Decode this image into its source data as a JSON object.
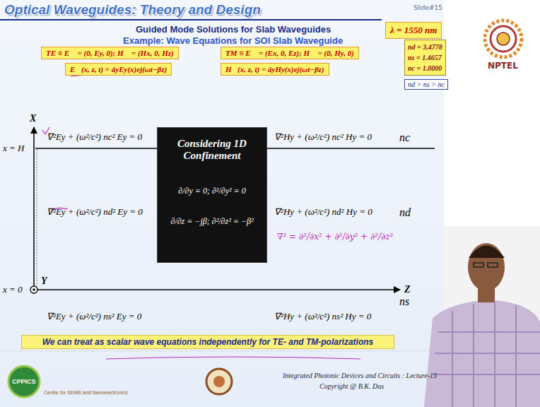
{
  "diagram": {
    "title": "Optical Waveguides: Theory and Design",
    "nodes": [
      {
        "text": [
          "λ = 1550 nm"
        ]
      },
      {
        "text": [
          "nd = 3.4778",
          "ns = 1.4657",
          "nc = 1.0000"
        ]
      },
      {
        "text": [
          "nd > ns > nc"
        ]
      },
      {
        "text": [
          "TE ≡ E⃗ = (0, Ey, 0); H⃗ = (Hx, 0, Hz)"
        ]
      },
      {
        "text": [
          "TM ≡ E⃗ = (Ex, 0, Ez); H⃗ = (0, Hy, 0)"
        ]
      },
      {
        "text": [
          "E⃗(x, z, t) = âyEy(x)ej(ωt−βz)"
        ]
      },
      {
        "text": [
          "H⃗(x, z, t) = âyHy(x)ej(ωt−βz)"
        ]
      },
      {
        "text": [
          "Considering 1D Confinement",
          "∂/∂y ≡ 0; ∂²/∂y² ≡ 0",
          "∂/∂z ≡ −jβ; ∂²/∂z² ≡ −β²"
        ]
      },
      {
        "text": [
          "We can treat as scalar wave equations independently for TE- and TM-polarizations"
        ]
      }
    ],
    "labels": [
      "Slide#15",
      "NPTEL",
      "Guided Mode Solutions for Slab Waveguides",
      "Example: Wave Equations for SOI Slab Waveguide",
      "X",
      "x = H",
      "x = 0",
      "Y",
      "Z",
      "nc",
      "nd",
      "ns",
      "∇²Ey + (ω²/c²) nc² Ey = 0",
      "∇²Hy + (ω²/c²) nc² Hy = 0",
      "∇²Ey + (ω²/c²) nd² Ey = 0",
      "∇²Hy + (ω²/c²) nd² Hy = 0",
      "∇²Ey + (ω²/c²) ns² Ey = 0",
      "∇²Hy + (ω²/c²) ns² Hy = 0",
      "∇² = ∂²/∂x² + ∂²/∂y² + ∂²/∂z²",
      "CPPICS",
      "Centre for SEMS and Nanoelectronics",
      "Integrated Photonic Devices and Circuits : Lecture-13",
      "Copyright @ B.K. Das"
    ]
  }
}
